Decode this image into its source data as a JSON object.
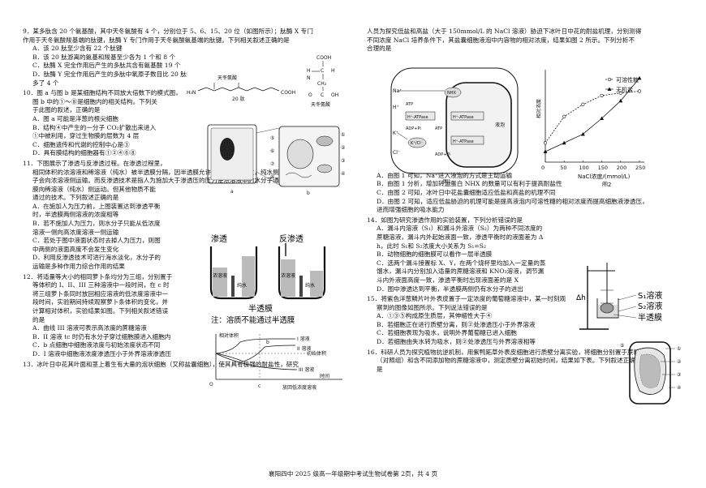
{
  "footer": "襄阳四中 2025 级高一年级期中考试生物试卷第 2页，共 4 页",
  "q9": {
    "stem1": "9．某多肽含 20 个氨基酸，其中天冬氨酸有 4 个，分别位于 5、6、15、20 位（如图所示）；肽酶 X 专门",
    "stem2": "作用于天冬氨酸羧基端的肽键，肽酶 Y 专门作用于天冬氨酸氨基端的肽键。下列相关叙述正确的是",
    "opts": [
      "A．该 20 肽至少含有 22 个肽键",
      "B．该 20 肽游离的氨基和羧基至少各为 1 个和 8 个",
      "C．肽酶 X 完全作用后产生的多肽共含有氨基酸 19 个",
      "D．肽酶 Y 完全作用后产生的多肽中氧原子数目比 20 肽",
      "多了 4 个"
    ],
    "fig": {
      "h2n": "H₂N",
      "label": "天冬氨酸",
      "mid": "20 肽",
      "cooh": "COOH",
      "struct_label": "天冬氨酸",
      "s1": "COOH",
      "s2": "H",
      "s3": "N",
      "s4": "C",
      "s5": "CH₂",
      "s6": "C",
      "s7": "O",
      "s8": "OH",
      "s9": "H₂",
      "s10": "H"
    }
  },
  "q10": {
    "stem1": "10．图 a 与图 b 是某细胞结构不同放大倍数下的模式图，",
    "stem2": "图 b 中的①～⑧是细胞内的相关结构。下列关",
    "stem3": "于此图的叙述，正确的是",
    "opts": [
      "A．图 a 可能是洋葱的根尖细胞",
      "B．结构④中产生的一分子 CO₂扩散出来进入",
      "①中被利用，穿过生物膜的层数为 4 层",
      "C．细胞遗传和代谢的控制中心是③",
      "D．具有膜结构的细胞器有①②④⑥⑧"
    ],
    "fig": {
      "a": "a",
      "b": "b",
      "n1": "①",
      "n2": "②",
      "n3": "③",
      "n4": "④",
      "n5": "⑤",
      "n6": "⑥",
      "n7": "⑦",
      "n8": "⑧"
    }
  },
  "q11": {
    "lines": [
      "11．下图展示了渗透与反渗透过程。在渗透过程里，",
      "相同体积的浓溶液和稀溶液（纯水）被半透膜分隔，因半透膜允许溶剂（水）通过，纯水侧的水分",
      "子会向浓溶液侧运输。而反渗透技术是指人为施加大于渗透压的压力使浓溶液中的水分子通过半透",
      "膜向稀溶液（纯水）侧运动。但其他物质不能",
      "通过的技术。下列叙述正确的是"
    ],
    "opts": [
      "A．在施加人为压力前，上图装置达到渗透平衡",
      "时，半透膜两侧溶液的浓度相等",
      "B．若不施加人为压力，则水分子只能从低浓度",
      "溶液一侧向高浓度溶液一侧运输",
      "C．若处于图中液面状态时去掉人为压力，则图",
      "中两侧的液面高度不会发生变化",
      "D．利用反渗透技术可进行海水淡化，水分子的",
      "运输是多种作用力综合作用的结果"
    ],
    "fig": {
      "left_title": "渗透",
      "right_title": "反渗透",
      "l1": "浓溶液",
      "l2": "纯水",
      "r1": "浓溶液",
      "r2": "纯水",
      "membrane": "半透膜",
      "note": "注：溶质不能通过半透膜"
    }
  },
  "q12": {
    "lines": [
      "12．将适量等大小的相同萝卜条均分为三组，分别置于",
      "等体积的 I、II、III 三种溶液中一段时间，在 c 时",
      "将三组萝卜条同时放回相应溶液的低浓度溶液中一",
      "段时间，实验期间持续观察萝卜条体积的变化，并",
      "计算相对体积，实验结果如图。下列相关叙述错误",
      "的是"
    ],
    "opts": [
      "A．曲线 III 溶液可表示高浓度的蔗糖溶液",
      "B．II 溶液 tc 时仍有水分子穿过细胞膜进入细胞内",
      "C．b 点细胞中细胞液浓度与初始浓度状态不同",
      "D．I 溶液中细胞液浓度渗透压小于外界溶液渗透压"
    ],
    "fig": {
      "ylabel": "相对体积",
      "i": "I 溶液",
      "ii": "II 溶液",
      "iii": "III 溶液",
      "initial": "初始体积",
      "time": "时间",
      "b": "b",
      "c": "c",
      "o": "O",
      "release": "放回低浓度溶液"
    }
  },
  "q13": {
    "line1": "13．冰叶日中花其叶面和茎上着生有大量的泡状细胞（又称盐囊细胞），使其具有极强的耐盐性，研究",
    "line2": "人员为探究低盐和高盐（大于 150mmol/L 的 NaCl 溶液）胁迫下冰叶日中花的耐盐机理，分别测得",
    "line3": "不同浓度 NaCl 培养条件下，其盐囊细胞液泡中内容物的相对浓度，结果如图 2 所示。下列分析不",
    "line4": "合理的是",
    "opts": [
      "A．由图 1 可知，Na⁺进入液泡的方式是主动运输",
      "B．由图 1 分析，增加转运蛋白 NHX 的数量可以有利于提高耐盐性",
      "C．由图 2 可知，冰叶日中花盐囊细胞适应低盐和高盐的机理不同",
      "D．由图 2 可知，适应低盐胁迫的机理可能是提高液泡内可溶性糖的相对浓度而提高细胞液渗透压，",
      "进而增强细胞的吸水能力"
    ],
    "fig1": {
      "label": "图1",
      "vacuole": "液泡",
      "atp1": "ATP",
      "adp1": "ADP+Pi",
      "atp2": "ATP",
      "adp2": "ADP+Pi",
      "hatp1": "H⁺-ATPase",
      "hatp2": "H⁺-ATPase",
      "hatp3": "H⁺-ATPase",
      "nhx": "NHX",
      "na": "Na⁺",
      "h": "H⁺",
      "k": "K⁺",
      "cl": "Cl⁻",
      "kcn": "K⁺/Cl⁻"
    },
    "fig2": {
      "label": "图2",
      "ylabel": "相对浓度",
      "xlabel": "NaCl浓度/(mmol/L)",
      "legend1": "可溶性糖",
      "legend2": "无机盐"
    }
  },
  "chart_data": {
    "type": "line",
    "title": "图2",
    "xlabel": "NaCl浓度/(mmol/L)",
    "ylabel": "相对浓度",
    "x": [
      0,
      50,
      100,
      150,
      200,
      250
    ],
    "xlim": [
      0,
      250
    ],
    "ylim": [
      0,
      10
    ],
    "series": [
      {
        "name": "可溶性糖",
        "values": [
          2.2,
          5.2,
          6.6,
          7.6,
          7.9,
          8.1
        ]
      },
      {
        "name": "无机盐",
        "values": [
          1.2,
          2.2,
          3.2,
          5.0,
          7.0,
          9.6
        ]
      }
    ],
    "grid": false
  },
  "q14": {
    "lines": [
      "14．如图为研究渗透作用的实验装置，下列分析错误的是",
      "A．漏斗内溶液（S₁）和漏斗外溶液（S₂）为两种不同浓度的",
      "蔗糖溶液，漏斗内外起始液面一致，渗透平衡时的液面差为 Δ",
      "h，此时 S₁和 S₂浓度大小关系为 S₁=S₂",
      "B．动物细胞的细胞膜可以看作一层半透膜",
      "C．选两个漏斗接置标 X、Y，在两个烧杯里均加入一定量的蒸",
      "馏水，漏斗内分别加入适量的蔗糖溶液和 KNO₃溶液，调节漏",
      "斗内外液面高度一致，渗透平衡时出现液面差的是 X",
      "D．图中渗透达到平衡，半透膜两侧仍有水分子的进出"
    ],
    "fig": {
      "dh": "Δh",
      "s1": "S₁溶液",
      "s2": "S₂溶液",
      "mem": "半透膜"
    }
  },
  "q15": {
    "lines": [
      "15．将紫色洋葱鳞片叶外表皮置于一定浓度的葡萄糖溶液中，某一时刻观",
      "察到的图像如图所示。下列说法错误的是"
    ],
    "opts": [
      "A．①③⑤构成原生质层，其伸缩性大于④",
      "B．若细胞正在进行质壁分离，则②处渗透压小于外界溶液",
      "C．若细胞表现为吸水，说明外界葡萄糖已进入细胞",
      "D．若细胞由失水转为吸水，则②处渗透压与外界溶液相等"
    ],
    "fig": {
      "n1": "①",
      "n2": "②",
      "n3": "③",
      "n4": "④",
      "n5": "⑤"
    }
  },
  "q16": {
    "lines": [
      "16．科研人员为探究植物抗逆机制，用紫鸭跖草外表皮细胞进行质壁分离实验，将细胞分别置于蔗糖溶液",
      "（对照组）和含不同添加物的蔗糖溶液中，测定质壁分离初始时间，结果如下表。下列叙述正确的",
      "是"
    ]
  }
}
